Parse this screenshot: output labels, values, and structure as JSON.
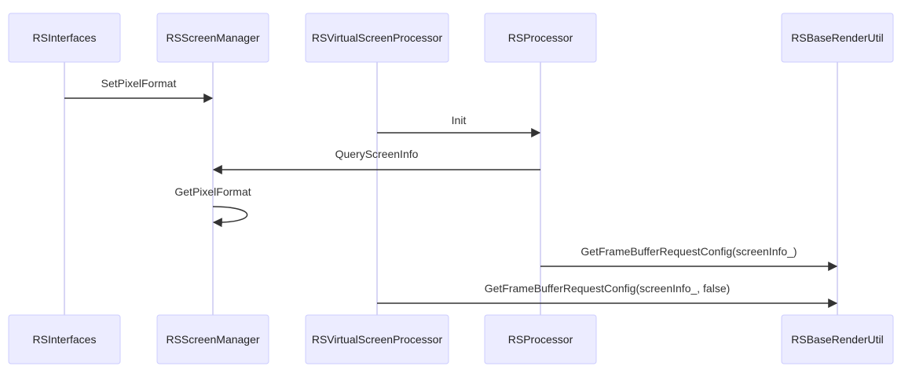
{
  "diagram": {
    "type": "sequence",
    "participants": [
      {
        "id": "rsinterfaces",
        "label": "RSInterfaces"
      },
      {
        "id": "rsscreenmanager",
        "label": "RSScreenManager"
      },
      {
        "id": "rsvirtualscreenprocessor",
        "label": "RSVirtualScreenProcessor"
      },
      {
        "id": "rsprocessor",
        "label": "RSProcessor"
      },
      {
        "id": "rsbaserenderutil",
        "label": "RSBaseRenderUtil"
      }
    ],
    "messages": [
      {
        "from": "rsinterfaces",
        "to": "rsscreenmanager",
        "label": "SetPixelFormat"
      },
      {
        "from": "rsvirtualscreenprocessor",
        "to": "rsprocessor",
        "label": "Init"
      },
      {
        "from": "rsprocessor",
        "to": "rsscreenmanager",
        "label": "QueryScreenInfo"
      },
      {
        "from": "rsscreenmanager",
        "to": "rsscreenmanager",
        "label": "GetPixelFormat"
      },
      {
        "from": "rsprocessor",
        "to": "rsbaserenderutil",
        "label": "GetFrameBufferRequestConfig(screenInfo_)"
      },
      {
        "from": "rsvirtualscreenprocessor",
        "to": "rsbaserenderutil",
        "label": "GetFrameBufferRequestConfig(screenInfo_, false)"
      }
    ],
    "colors": {
      "actor_fill": "#ececff",
      "actor_stroke": "#ccccff",
      "lifeline": "#d8d6f5",
      "message": "#333333"
    }
  }
}
